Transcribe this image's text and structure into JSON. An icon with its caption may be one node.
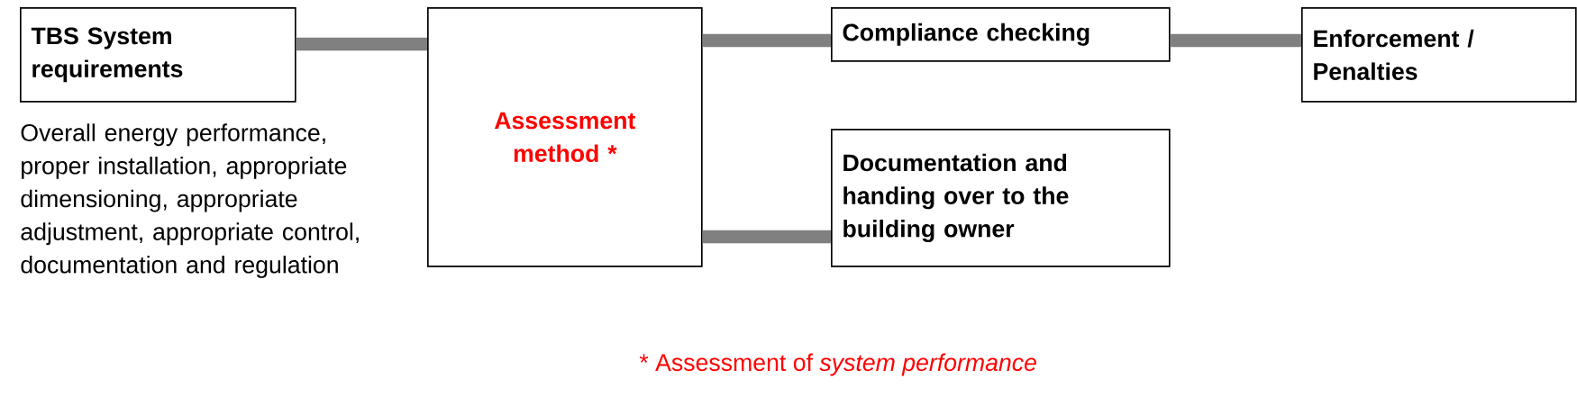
{
  "diagram": {
    "nodes": [
      {
        "text": [
          "TBS System requirements"
        ],
        "beside": [
          "Overall energy performance, proper installation, appropriate dimensioning, appropriate adjustment, appropriate control, documentation and regulation"
        ]
      },
      {
        "text": [
          "Assessment method *"
        ]
      },
      {
        "text": [
          "Compliance checking"
        ]
      },
      {
        "text": [
          "Enforcement / Penalties"
        ]
      },
      {
        "text": [
          "Documentation and handing over to the building owner"
        ]
      }
    ],
    "edges": [
      {
        "from": 0,
        "to": 1,
        "arrow": "none"
      },
      {
        "from": 1,
        "to": 2,
        "arrow": "none"
      },
      {
        "from": 2,
        "to": 3,
        "arrow": "none"
      },
      {
        "from": 1,
        "to": 4,
        "arrow": "none"
      }
    ],
    "labels": [
      "* Assessment of *system performance*"
    ]
  }
}
